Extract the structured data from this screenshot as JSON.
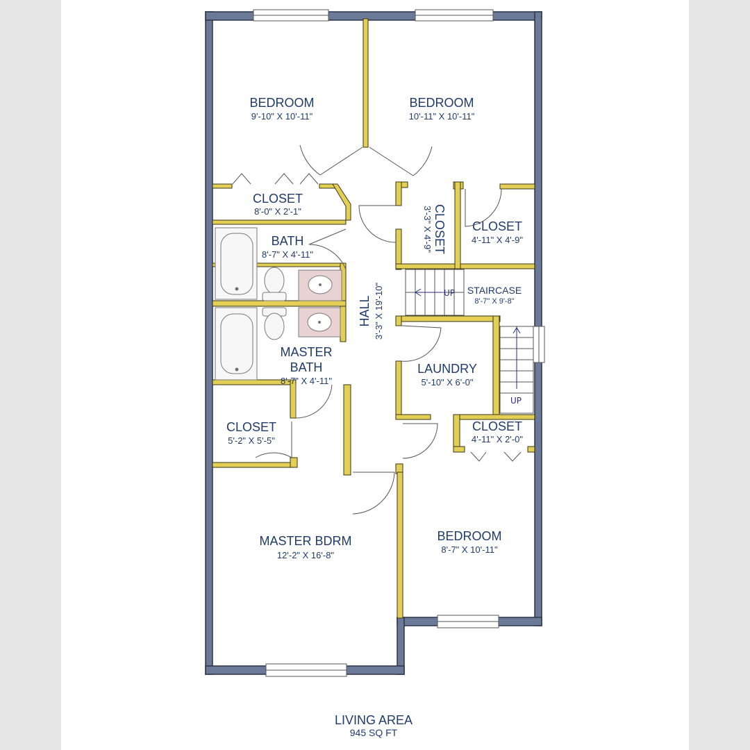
{
  "rooms": {
    "bedroom_nw": {
      "label": "BEDROOM",
      "dim": "9'-10\" X 10'-11\""
    },
    "bedroom_ne": {
      "label": "BEDROOM",
      "dim": "10'-11\" X 10'-11\""
    },
    "closet_top": {
      "label": "CLOSET",
      "dim": "8'-0\" X 2'-1\""
    },
    "closet_vertical": {
      "label": "CLOSET",
      "dim": "3'-3\" X 4'-9\""
    },
    "closet_right": {
      "label": "CLOSET",
      "dim": "4'-11\" X 4'-9\""
    },
    "bath": {
      "label": "BATH",
      "dim": "8'-7\" X 4'-11\""
    },
    "staircase": {
      "label": "STAIRCASE",
      "dim": "8'-7\" X 9'-8\""
    },
    "hall": {
      "label": "HALL",
      "dim": "3'-3\" X 19'-10\""
    },
    "master_bath": {
      "label_line1": "MASTER",
      "label_line2": "BATH",
      "dim": "8'-7\" X 4'-11\""
    },
    "laundry": {
      "label": "LAUNDRY",
      "dim": "5'-10\" X 6'-0\""
    },
    "closet_master": {
      "label": "CLOSET",
      "dim": "5'-2\" X 5'-5\""
    },
    "closet_small": {
      "label": "CLOSET",
      "dim": "4'-11\" X 2'-0\""
    },
    "master_bdrm": {
      "label": "MASTER BDRM",
      "dim": "12'-2\" X 16'-8\""
    },
    "bedroom_se": {
      "label": "BEDROOM",
      "dim": "8'-7\" X 10'-11\""
    }
  },
  "stairs": {
    "up_label_1": "UP",
    "up_label_2": "UP"
  },
  "footer": {
    "title": "LIVING AREA",
    "area": "945 SQ FT"
  },
  "colors": {
    "exterior_wall": "#6b7a99",
    "interior_wall": "#e3cf55",
    "text": "#1f3b6b"
  }
}
